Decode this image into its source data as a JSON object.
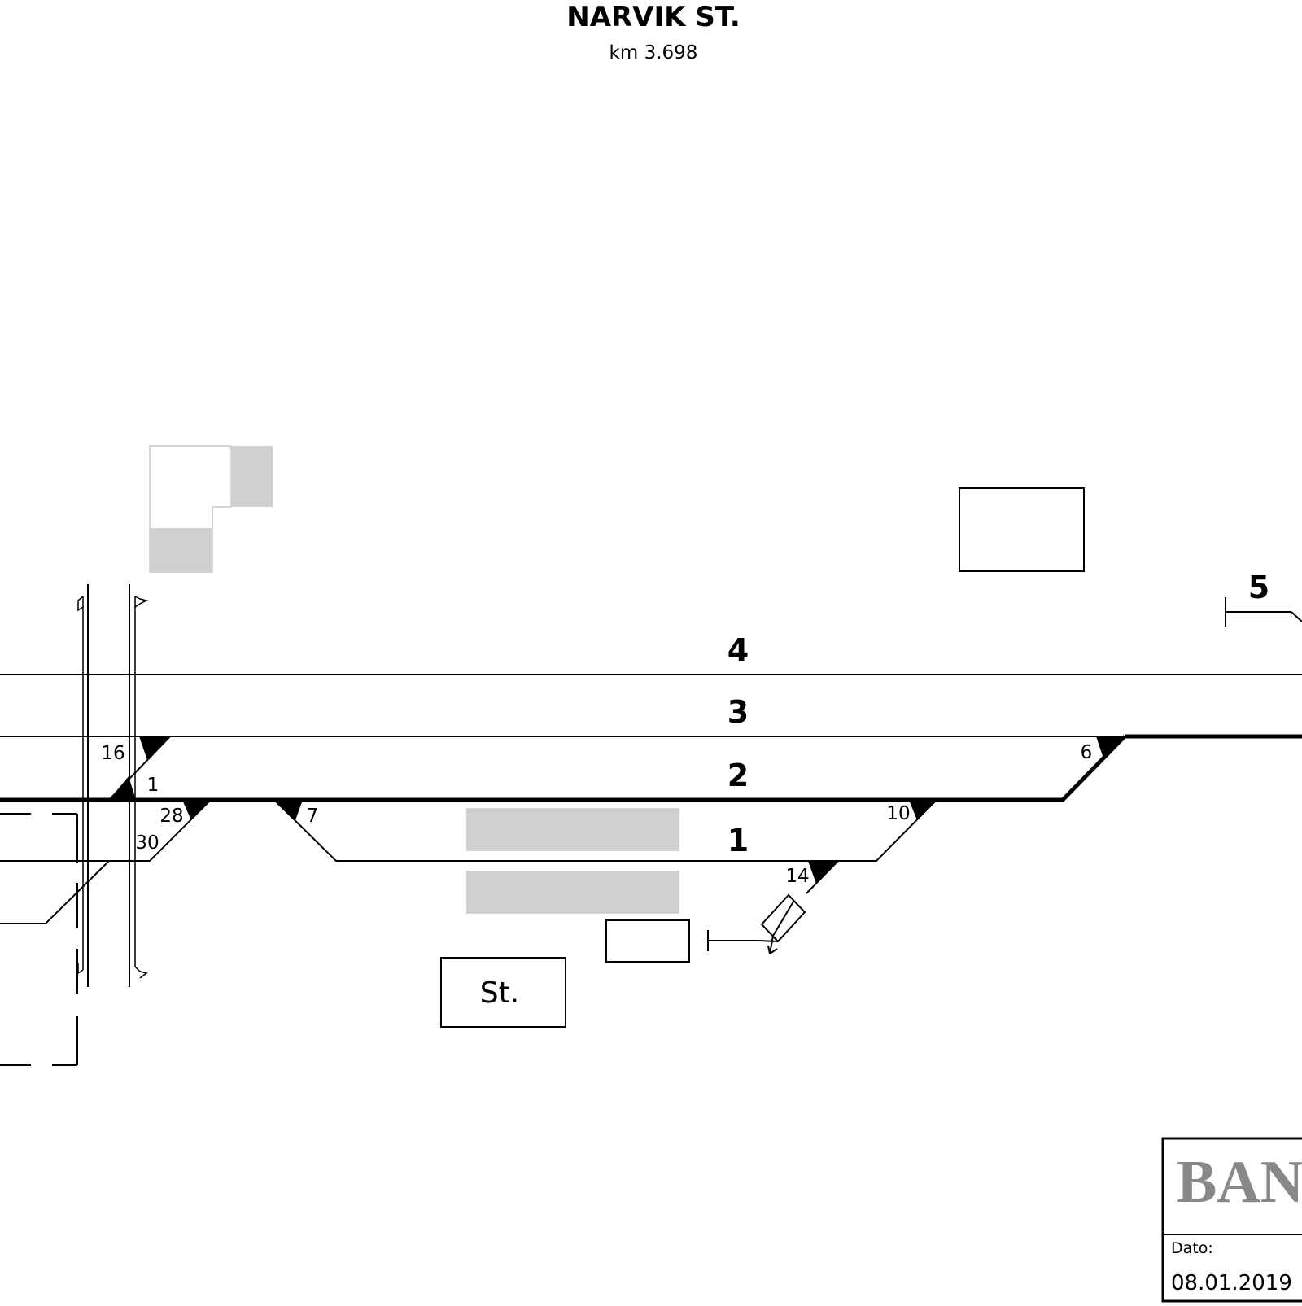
{
  "station": {
    "name": "NARVIK ST.",
    "km": "km 3.698"
  },
  "tracks": {
    "track_4": "4",
    "track_3": "3",
    "track_2": "2",
    "track_1": "1",
    "track_5": "5"
  },
  "switches": {
    "sw16": "16",
    "sw1": "1",
    "sw28": "28",
    "sw30": "30",
    "sw7": "7",
    "sw10": "10",
    "sw14": "14",
    "sw6": "6"
  },
  "buildings": {
    "station_building": "St."
  },
  "title_block": {
    "logo_text": "BAN",
    "date_label": "Dato:",
    "date_value": "08.01.2019"
  },
  "colors": {
    "line": "#000000",
    "platform": "#d0d0d0",
    "logo": "#888888"
  }
}
